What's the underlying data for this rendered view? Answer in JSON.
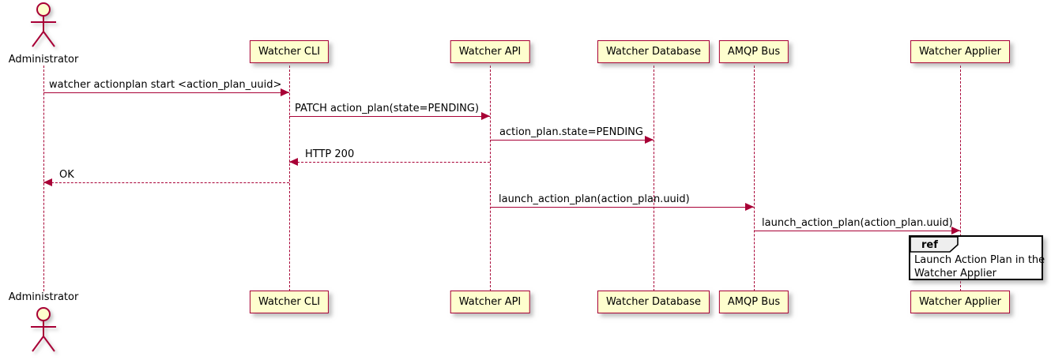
{
  "diagram_type": "uml-sequence-diagram",
  "colors": {
    "line": "#A80036",
    "participant_fill": "#FEFECE",
    "ref_header_fill": "#EEEEEE",
    "ref_border": "#000000",
    "text": "#000000",
    "canvas": "#FFFFFF"
  },
  "participants": [
    {
      "name": "Administrator",
      "kind": "actor"
    },
    {
      "name": "Watcher CLI",
      "kind": "participant"
    },
    {
      "name": "Watcher API",
      "kind": "participant"
    },
    {
      "name": "Watcher Database",
      "kind": "participant"
    },
    {
      "name": "AMQP Bus",
      "kind": "participant"
    },
    {
      "name": "Watcher Applier",
      "kind": "participant"
    }
  ],
  "messages": [
    {
      "from": "Administrator",
      "to": "Watcher CLI",
      "label": "watcher actionplan start <action_plan_uuid>",
      "line": "solid",
      "direction": "right"
    },
    {
      "from": "Watcher CLI",
      "to": "Watcher API",
      "label": "PATCH action_plan(state=PENDING)",
      "line": "solid",
      "direction": "right"
    },
    {
      "from": "Watcher API",
      "to": "Watcher Database",
      "label": "action_plan.state=PENDING",
      "line": "solid",
      "direction": "right"
    },
    {
      "from": "Watcher API",
      "to": "Watcher CLI",
      "label": "HTTP 200",
      "line": "dashed",
      "direction": "left"
    },
    {
      "from": "Watcher CLI",
      "to": "Administrator",
      "label": "OK",
      "line": "dashed",
      "direction": "left"
    },
    {
      "from": "Watcher API",
      "to": "AMQP Bus",
      "label": "launch_action_plan(action_plan.uuid)",
      "line": "solid",
      "direction": "right"
    },
    {
      "from": "AMQP Bus",
      "to": "Watcher Applier",
      "label": "launch_action_plan(action_plan.uuid)",
      "line": "solid",
      "direction": "right"
    }
  ],
  "ref_fragment": {
    "keyword": "ref",
    "over": "Watcher Applier",
    "lines": [
      "Launch Action Plan in the",
      "Watcher Applier"
    ]
  }
}
